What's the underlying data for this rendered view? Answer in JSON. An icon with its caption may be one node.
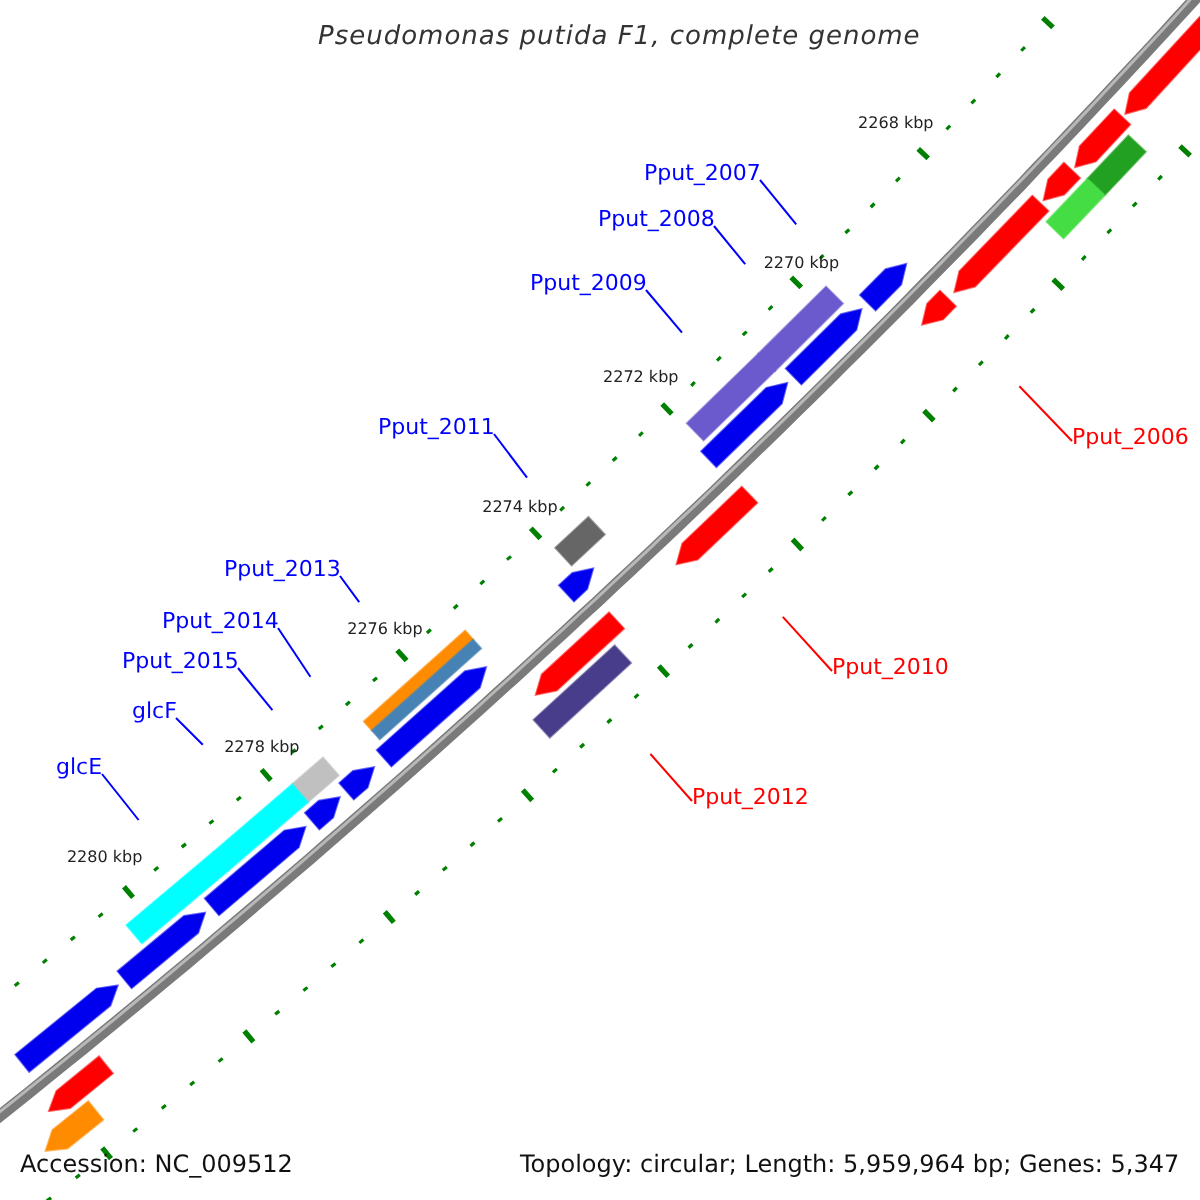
{
  "diagram": {
    "title": "Pseudomonas putida F1, complete genome",
    "nodes": [
      {
        "text": [
          "Pput_2007"
        ]
      },
      {
        "text": [
          "Pput_2008"
        ]
      },
      {
        "text": [
          "Pput_2009"
        ]
      },
      {
        "text": [
          "Pput_2011"
        ]
      },
      {
        "text": [
          "Pput_2013"
        ]
      },
      {
        "text": [
          "Pput_2014"
        ]
      },
      {
        "text": [
          "Pput_2015"
        ]
      },
      {
        "text": [
          "glcF"
        ]
      },
      {
        "text": [
          "glcE"
        ]
      },
      {
        "text": [
          "Pput_2006"
        ]
      },
      {
        "text": [
          "Pput_2010"
        ]
      },
      {
        "text": [
          "Pput_2012"
        ]
      }
    ],
    "edges": [
      {
        "from": 0,
        "to": null,
        "arrow": "none"
      },
      {
        "from": 1,
        "to": null,
        "arrow": "none"
      },
      {
        "from": 2,
        "to": null,
        "arrow": "none"
      },
      {
        "from": 3,
        "to": null,
        "arrow": "none"
      },
      {
        "from": 4,
        "to": null,
        "arrow": "none"
      },
      {
        "from": 5,
        "to": null,
        "arrow": "none"
      },
      {
        "from": 6,
        "to": null,
        "arrow": "none"
      },
      {
        "from": 7,
        "to": null,
        "arrow": "none"
      },
      {
        "from": 8,
        "to": null,
        "arrow": "none"
      },
      {
        "from": 9,
        "to": null,
        "arrow": "none",
        "color": "#ff0000"
      },
      {
        "from": 10,
        "to": null,
        "arrow": "none",
        "color": "#ff0000"
      },
      {
        "from": 11,
        "to": null,
        "arrow": "none",
        "color": "#ff0000"
      }
    ],
    "labels": [
      "2268 kbp",
      "2270 kbp",
      "2272 kbp",
      "2274 kbp",
      "2276 kbp",
      "2278 kbp",
      "2280 kbp",
      "Accession: NC_009512",
      "Topology: circular; Length: 5,959,964 bp; Genes: 5,347"
    ]
  }
}
